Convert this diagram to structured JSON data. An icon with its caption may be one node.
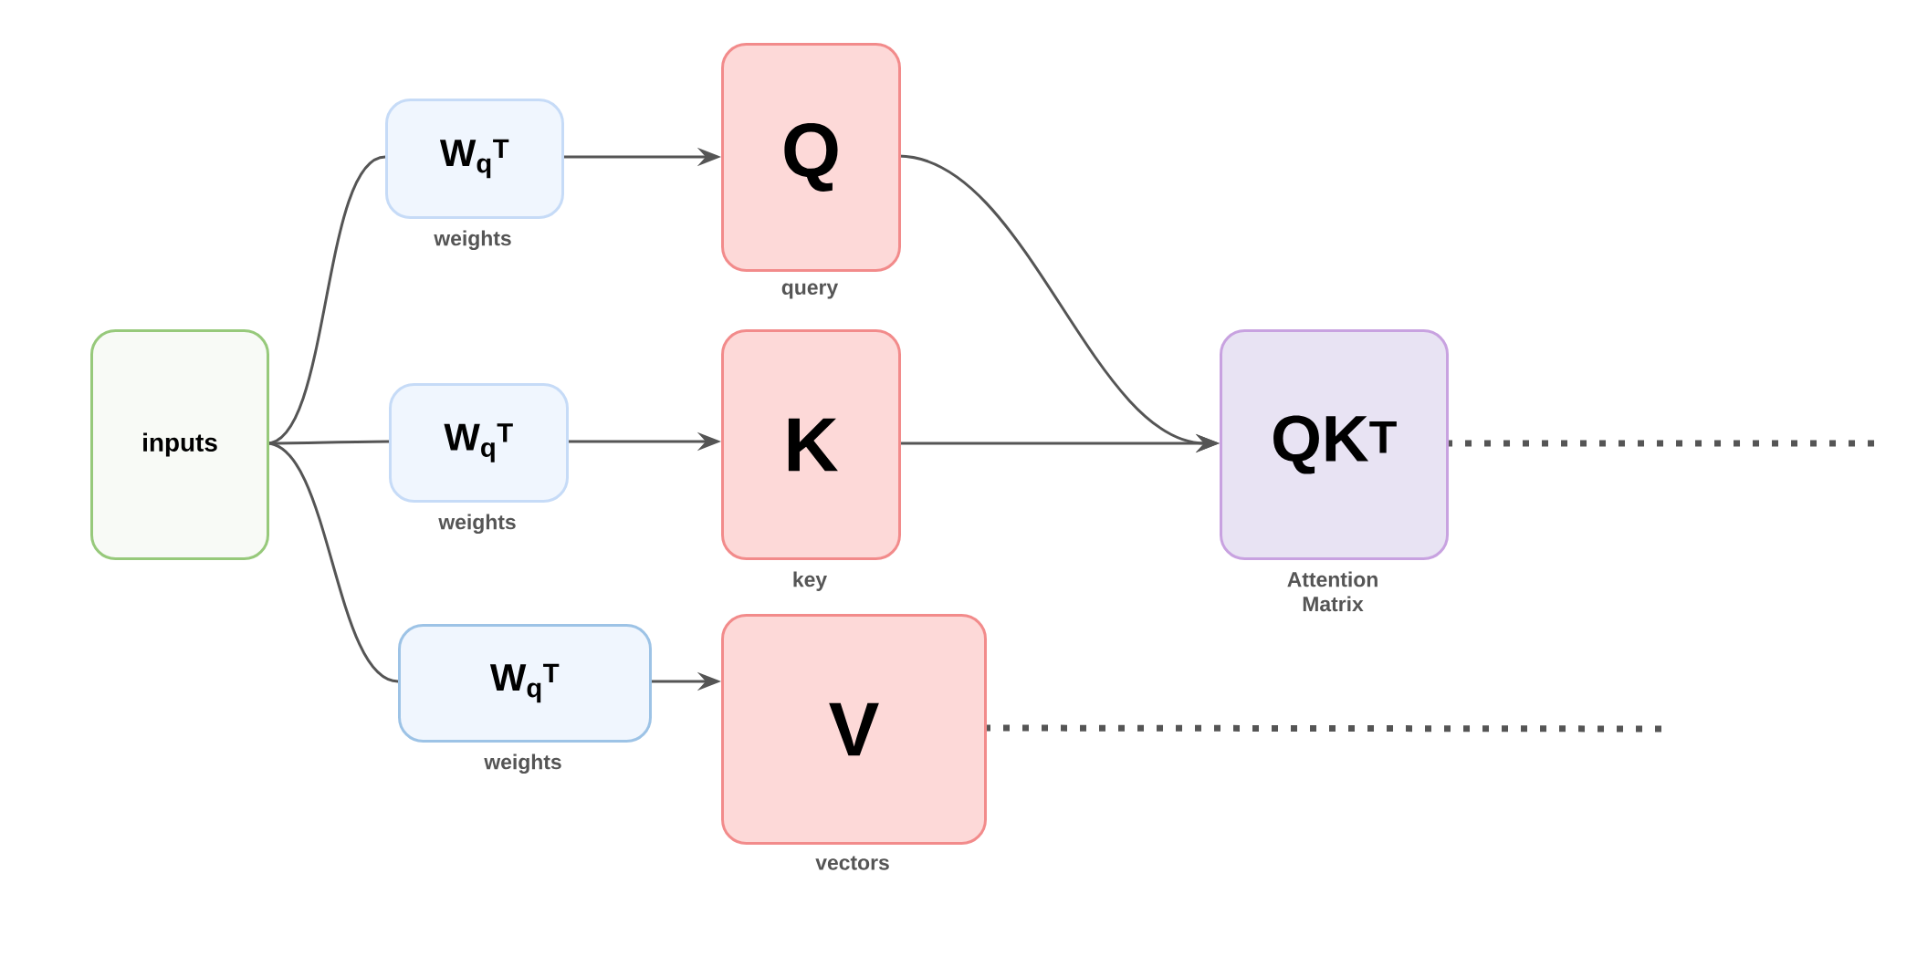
{
  "diagram": {
    "nodes": [
      {
        "text": [
          "inputs"
        ]
      },
      {
        "text": [
          "W$_{q}$$^{T}$"
        ],
        "beside": [
          "weights"
        ]
      },
      {
        "text": [
          "W$_{q}$$^{T}$"
        ],
        "beside": [
          "weights"
        ]
      },
      {
        "text": [
          "W$_{q}$$^{T}$"
        ],
        "beside": [
          "weights"
        ]
      },
      {
        "text": [
          "Q"
        ],
        "beside": [
          "query"
        ]
      },
      {
        "text": [
          "K"
        ],
        "beside": [
          "key"
        ]
      },
      {
        "text": [
          "V"
        ],
        "beside": [
          "vectors"
        ]
      },
      {
        "text": [
          "QK$^{T}$"
        ],
        "beside": [
          "Attention Matrix"
        ]
      }
    ],
    "edges": [
      {
        "from": 0,
        "to": 1,
        "arrow": "none"
      },
      {
        "from": 0,
        "to": 2,
        "arrow": "none"
      },
      {
        "from": 0,
        "to": 3,
        "arrow": "none"
      },
      {
        "from": 1,
        "to": 4,
        "arrow": "to"
      },
      {
        "from": 2,
        "to": 5,
        "arrow": "to"
      },
      {
        "from": 3,
        "to": 6,
        "arrow": "to"
      },
      {
        "from": 4,
        "to": 7,
        "arrow": "to"
      },
      {
        "from": 5,
        "to": 7,
        "arrow": "to"
      },
      {
        "from": 7,
        "to": null,
        "arrow": "none",
        "style": "dashed"
      },
      {
        "from": 6,
        "to": null,
        "arrow": "none",
        "style": "dashed"
      }
    ]
  }
}
